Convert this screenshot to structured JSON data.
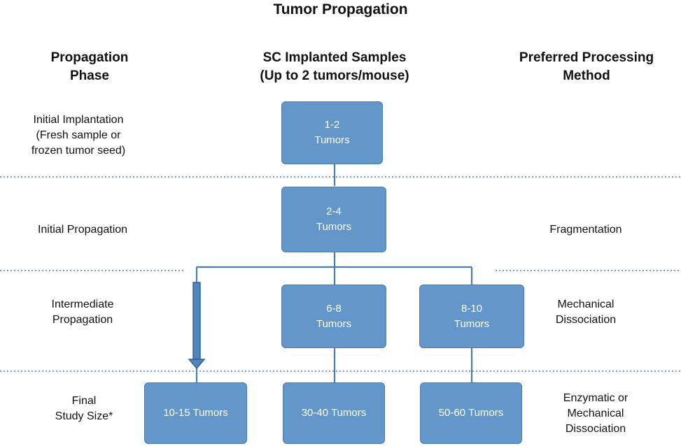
{
  "title": "Tumor Propagation",
  "headers": {
    "phase": [
      "Propagation",
      "Phase"
    ],
    "samples": [
      "SC Implanted Samples",
      "(Up to 2 tumors/mouse)"
    ],
    "method": [
      "Preferred Processing",
      "Method"
    ]
  },
  "phases": {
    "initial_implantation": [
      "Initial Implantation",
      "(Fresh sample or",
      "frozen tumor seed)"
    ],
    "initial_propagation": [
      "Initial Propagation"
    ],
    "intermediate_propagation": [
      "Intermediate",
      "Propagation"
    ],
    "final_study_size": [
      "Final",
      "Study Size*"
    ]
  },
  "methods": {
    "initial_propagation": [
      "Fragmentation"
    ],
    "intermediate_propagation": [
      "Mechanical",
      "Dissociation"
    ],
    "final_study_size": [
      "Enzymatic or",
      "Mechanical",
      "Dissociation"
    ]
  },
  "boxes": {
    "b1_2": [
      "1-2",
      "Tumors"
    ],
    "b2_4": [
      "2-4",
      "Tumors"
    ],
    "b6_8": [
      "6-8",
      "Tumors"
    ],
    "b8_10": [
      "8-10",
      "Tumors"
    ],
    "b10_15": [
      "10-15 Tumors"
    ],
    "b30_40": [
      "30-40 Tumors"
    ],
    "b50_60": [
      "50-60 Tumors"
    ]
  },
  "colors": {
    "box_fill": "#6497c9",
    "box_border": "#4a7cae",
    "connector": "#4a7cae",
    "divider": "#4a7cae"
  }
}
